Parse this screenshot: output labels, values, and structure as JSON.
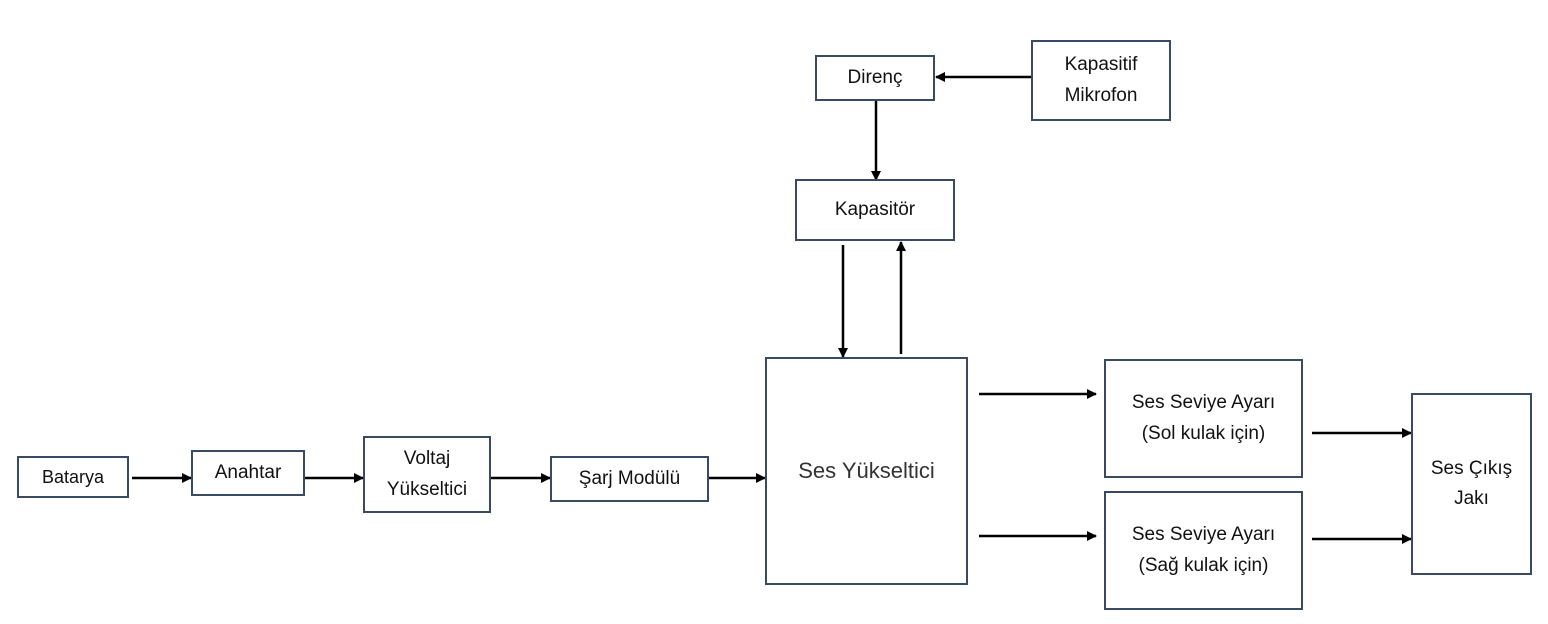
{
  "diagram": {
    "blocks": {
      "batarya": "Batarya",
      "anahtar": "Anahtar",
      "voltaj": "Voltaj\nYükseltici",
      "sarj": "Şarj Modülü",
      "ses_yukseltici": "Ses Yükseltici",
      "direnc": "Direnç",
      "mikrofon": "Kapasitif\nMikrofon",
      "kapasitor": "Kapasitör",
      "seviye_sol": "Ses Seviye Ayarı\n(Sol kulak için)",
      "seviye_sag": "Ses Seviye Ayarı\n(Sağ kulak için)",
      "cikis": "Ses Çıkış\nJakı"
    },
    "colors": {
      "block_border": "#3b4a63",
      "arrow": "#000000",
      "text": "#111111"
    }
  }
}
